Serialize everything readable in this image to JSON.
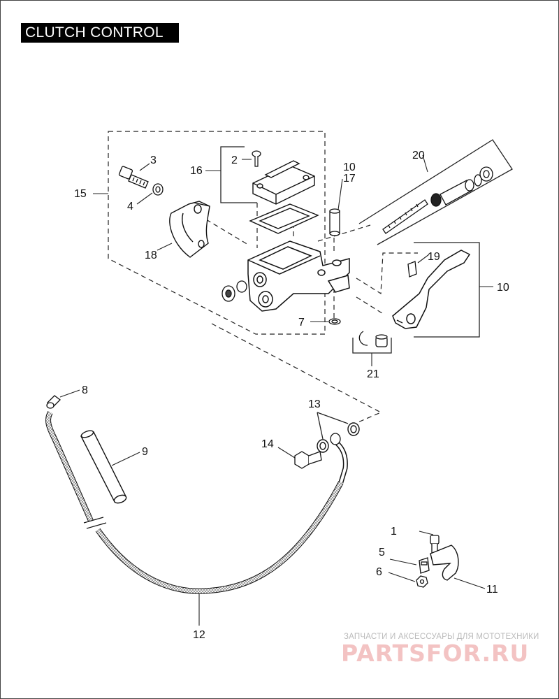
{
  "title": "CLUTCH CONTROL",
  "callouts": [
    {
      "id": "c1",
      "text": "1"
    },
    {
      "id": "c2",
      "text": "2"
    },
    {
      "id": "c3",
      "text": "3"
    },
    {
      "id": "c4",
      "text": "4"
    },
    {
      "id": "c5",
      "text": "5"
    },
    {
      "id": "c6",
      "text": "6"
    },
    {
      "id": "c7",
      "text": "7"
    },
    {
      "id": "c8",
      "text": "8"
    },
    {
      "id": "c9",
      "text": "9"
    },
    {
      "id": "c10a",
      "text": "10"
    },
    {
      "id": "c10b",
      "text": "10"
    },
    {
      "id": "c11",
      "text": "11"
    },
    {
      "id": "c12",
      "text": "12"
    },
    {
      "id": "c13",
      "text": "13"
    },
    {
      "id": "c14",
      "text": "14"
    },
    {
      "id": "c15",
      "text": "15"
    },
    {
      "id": "c16",
      "text": "16"
    },
    {
      "id": "c17",
      "text": "17"
    },
    {
      "id": "c18",
      "text": "18"
    },
    {
      "id": "c19",
      "text": "19"
    },
    {
      "id": "c20",
      "text": "20"
    },
    {
      "id": "c21",
      "text": "21"
    }
  ],
  "watermark": {
    "tagline": "ЗАПЧАСТИ И АКСЕССУАРЫ ДЛЯ МОТОТЕХНИКИ",
    "brand": "PARTSFOR.RU"
  }
}
